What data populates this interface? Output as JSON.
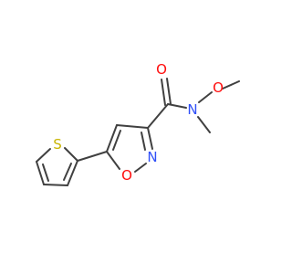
{
  "molecule": {
    "atoms": {
      "carbonyl_oxygen": {
        "symbol": "O",
        "color": "#ff0d0d"
      },
      "amide_nitrogen": {
        "symbol": "N",
        "color": "#3050f8"
      },
      "methoxy_oxygen": {
        "symbol": "O",
        "color": "#ff0d0d"
      },
      "ring_nitrogen": {
        "symbol": "N",
        "color": "#3050f8"
      },
      "ring_oxygen": {
        "symbol": "O",
        "color": "#ff0d0d"
      },
      "thiophene_sulfur": {
        "symbol": "S",
        "color": "#c8b400"
      }
    },
    "bond_color": "#404040"
  }
}
